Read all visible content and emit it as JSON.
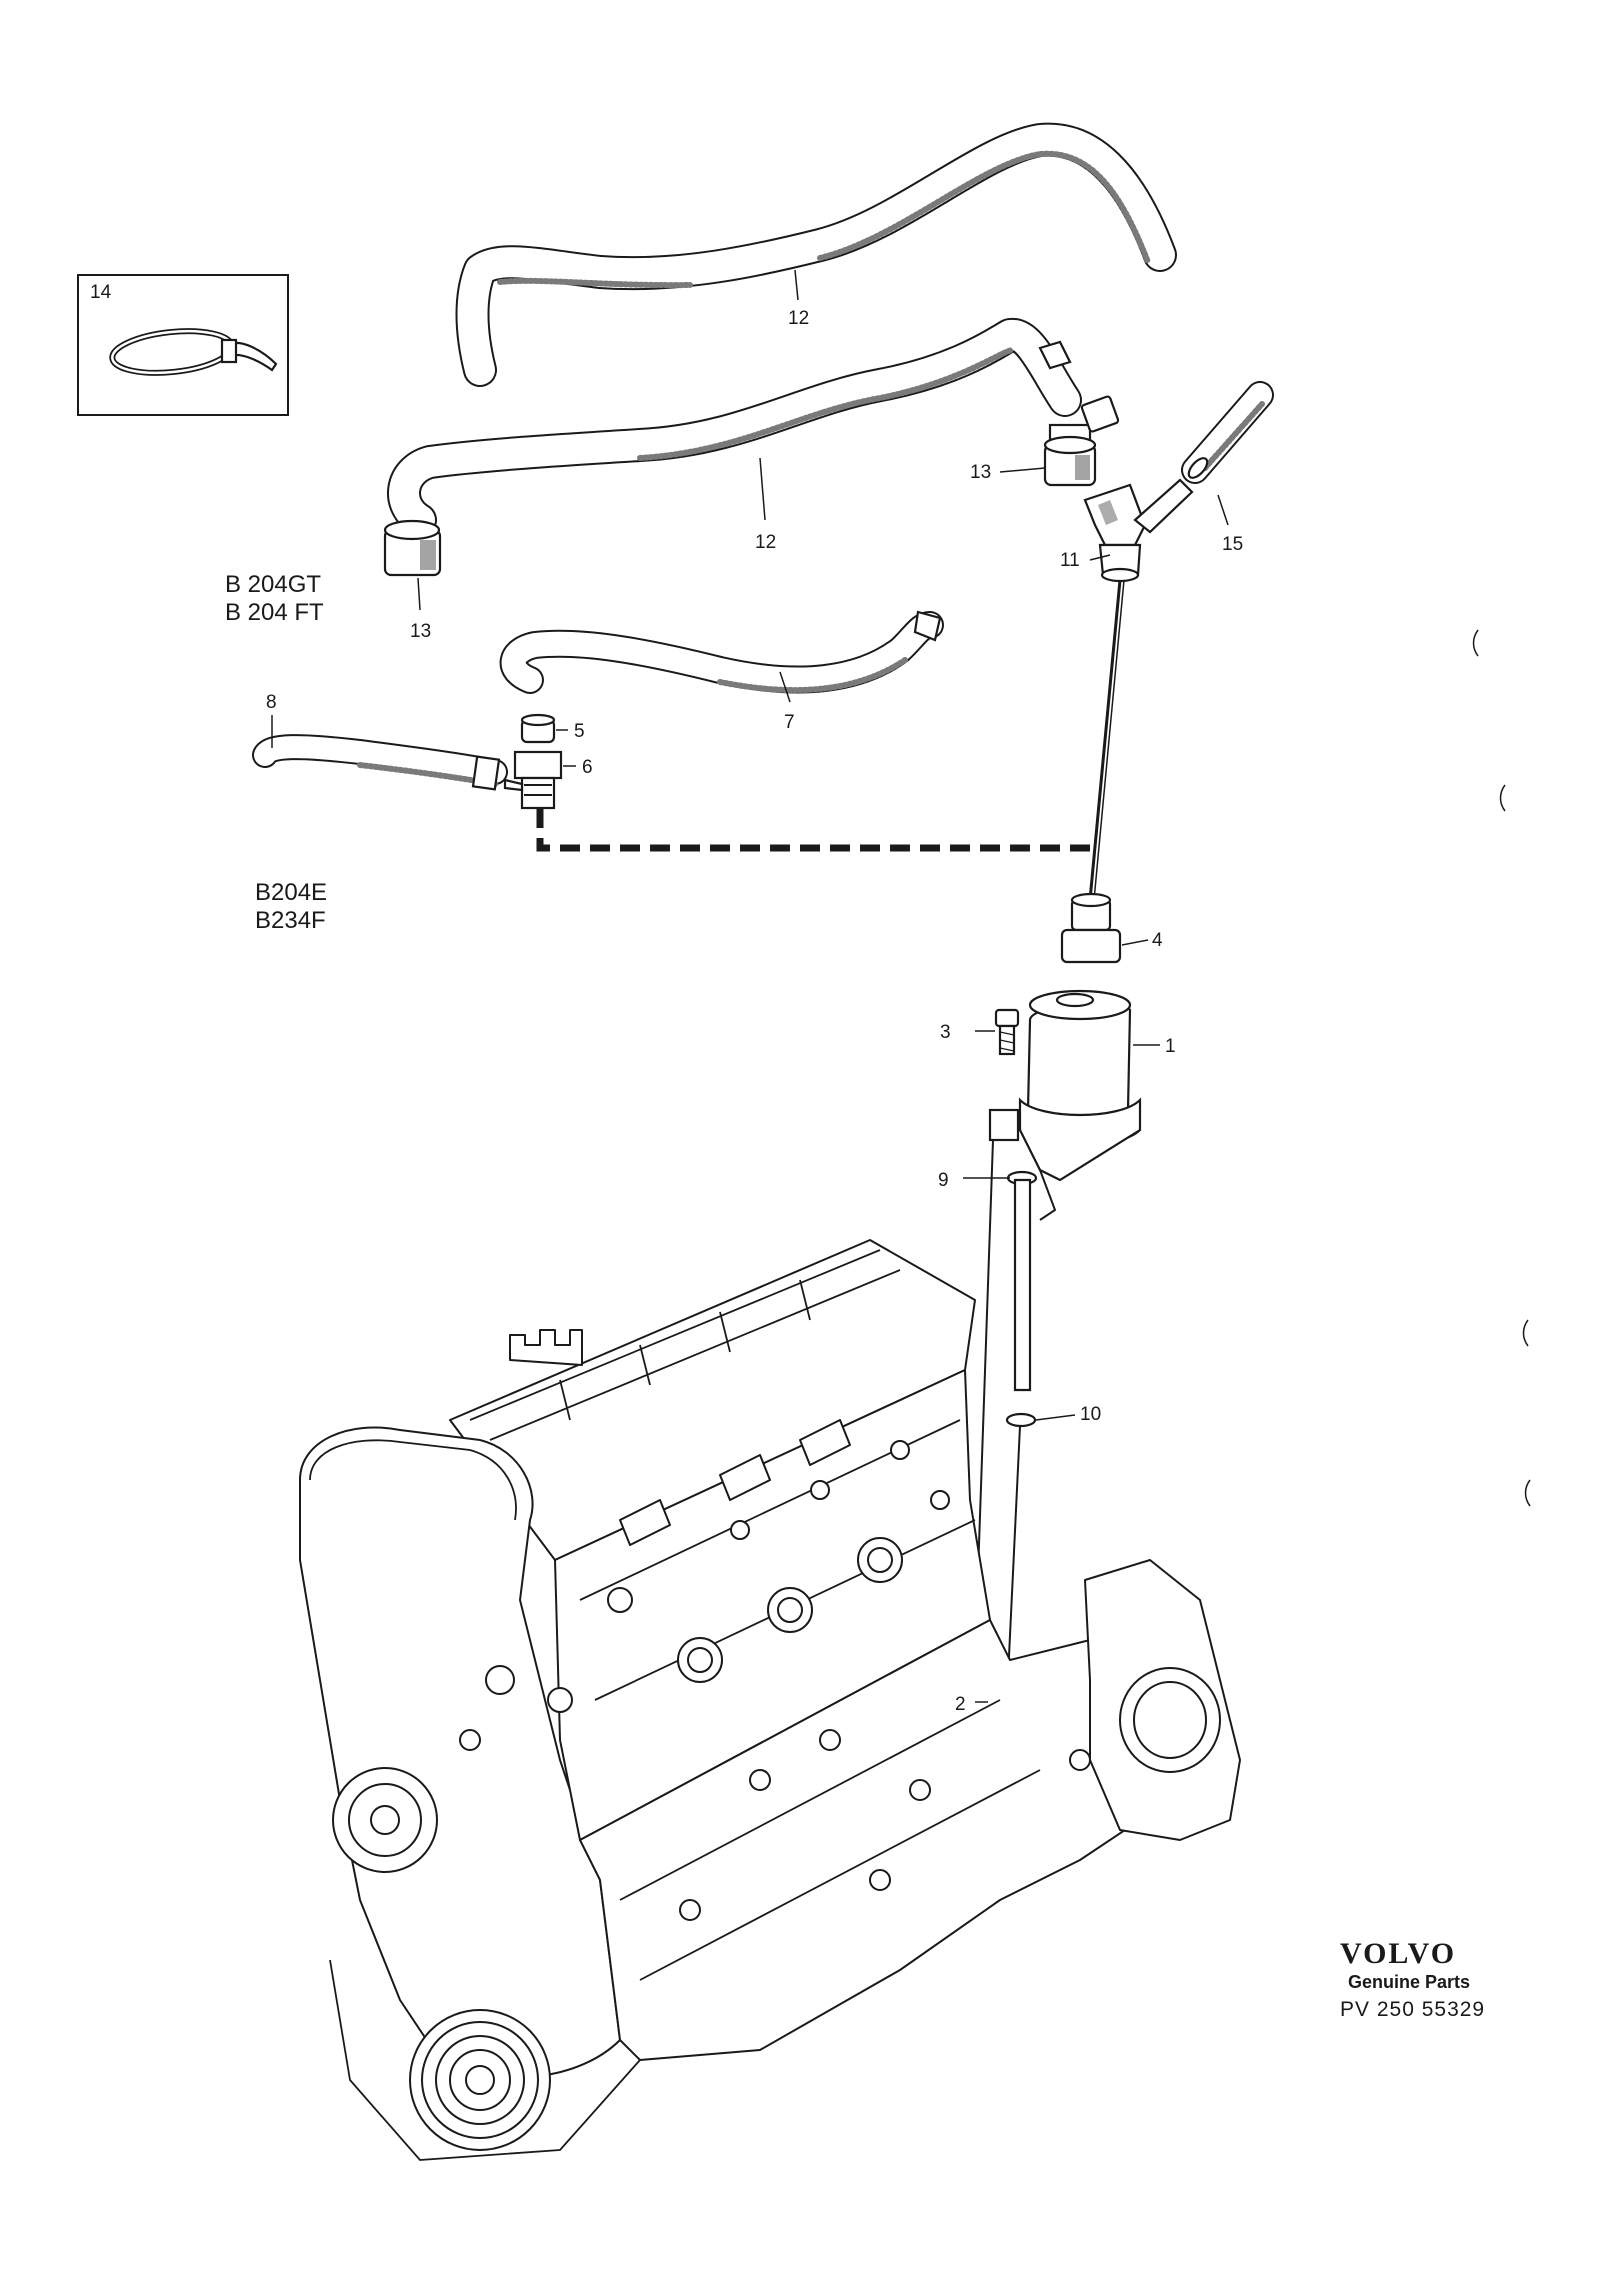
{
  "diagram": {
    "callouts": {
      "c1": "1",
      "c2": "2",
      "c3": "3",
      "c4": "4",
      "c5": "5",
      "c6": "6",
      "c7": "7",
      "c8": "8",
      "c9": "9",
      "c10": "10",
      "c11": "11",
      "c12a": "12",
      "c12b": "12",
      "c13a": "13",
      "c13b": "13",
      "c14": "14",
      "c15": "15"
    },
    "variants": {
      "gt_line1": "B 204GT",
      "gt_line2": "B 204 FT",
      "e_line1": "B204E",
      "e_line2": "B234F"
    },
    "brand": {
      "logo": "VOLVO",
      "subtitle": "Genuine Parts",
      "part_number": "PV 250 55329"
    }
  }
}
